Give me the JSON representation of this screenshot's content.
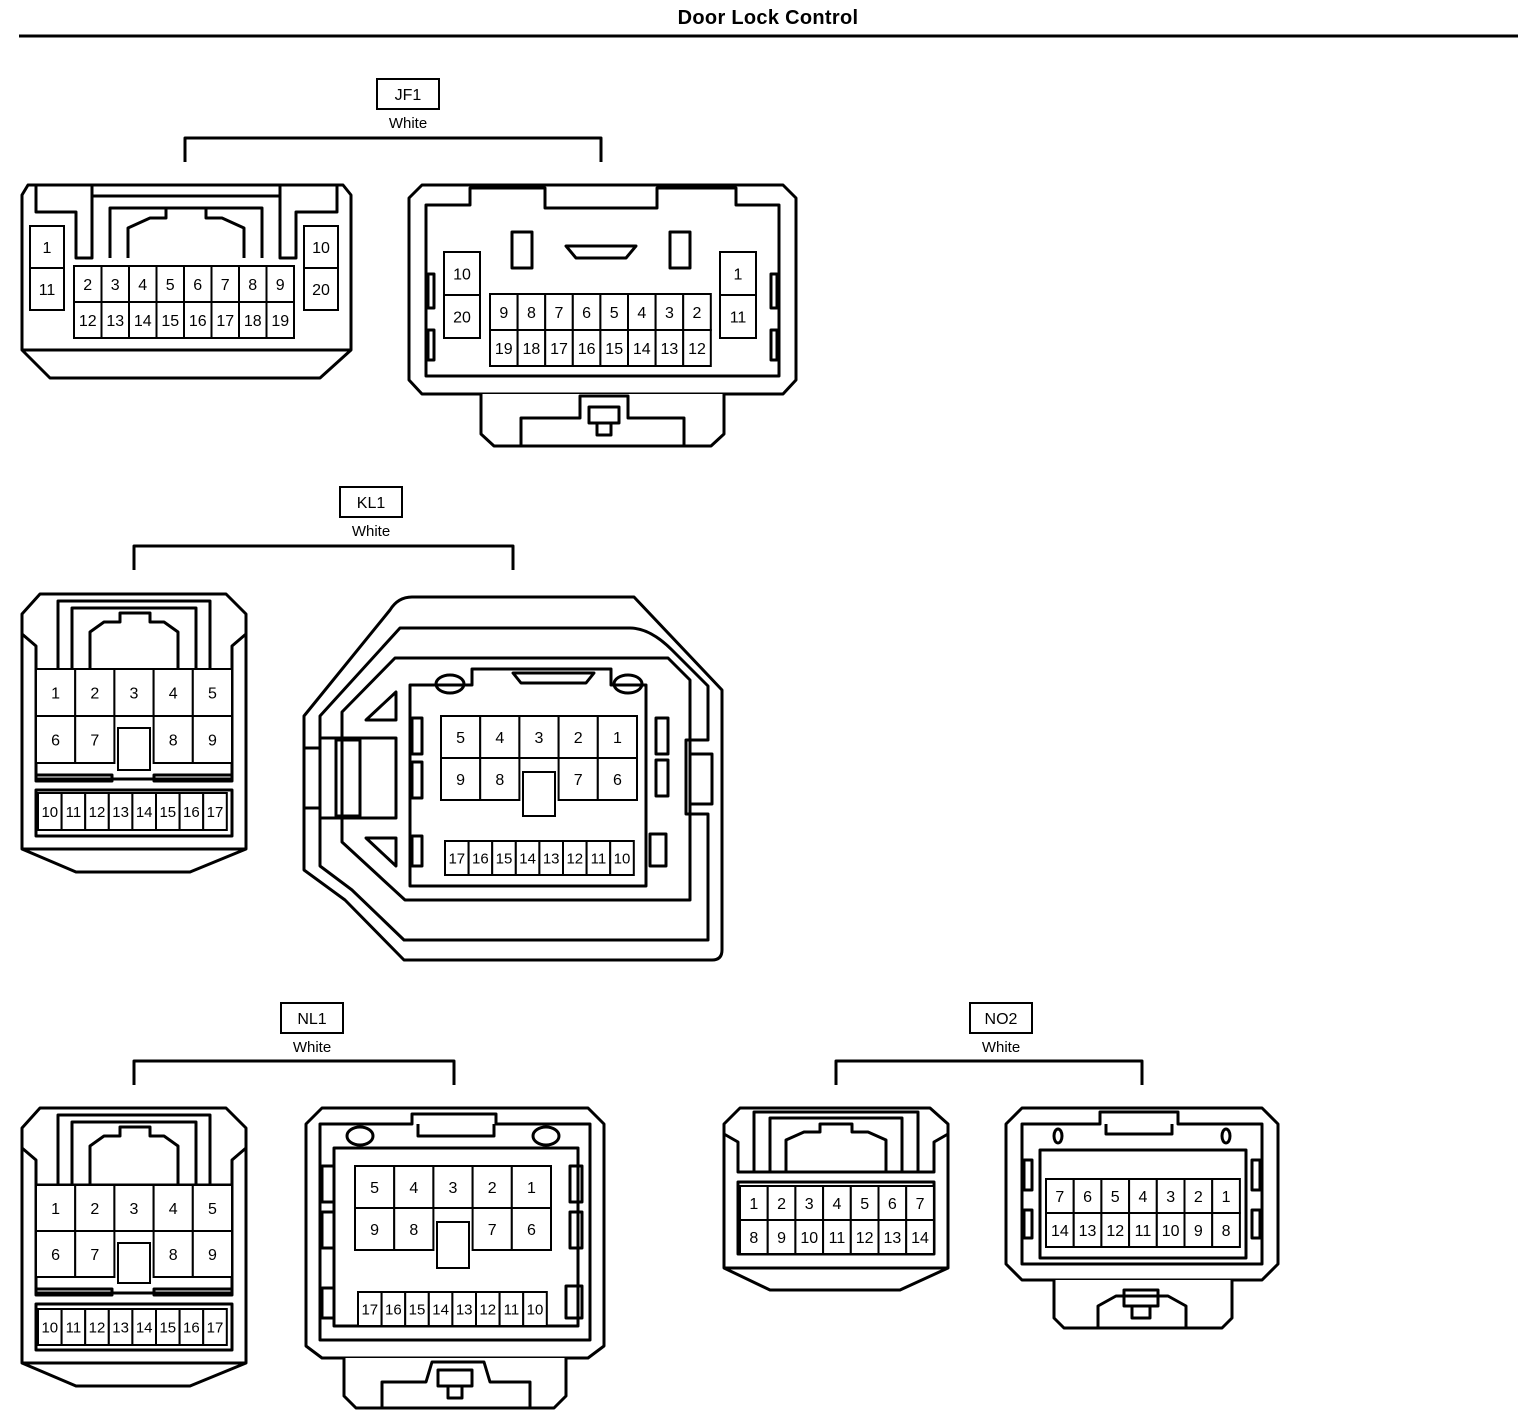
{
  "title": "Door Lock Control",
  "connectors": [
    {
      "id": "JF1",
      "color": "White",
      "views": [
        {
          "name": "jf1-male",
          "side": [
            [
              "1",
              "11"
            ],
            [
              "10",
              "20"
            ]
          ],
          "rows": [
            [
              "2",
              "3",
              "4",
              "5",
              "6",
              "7",
              "8",
              "9"
            ],
            [
              "12",
              "13",
              "14",
              "15",
              "16",
              "17",
              "18",
              "19"
            ]
          ]
        },
        {
          "name": "jf1-female",
          "side": [
            [
              "10",
              "20"
            ],
            [
              "1",
              "11"
            ]
          ],
          "rows": [
            [
              "9",
              "8",
              "7",
              "6",
              "5",
              "4",
              "3",
              "2"
            ],
            [
              "19",
              "18",
              "17",
              "16",
              "15",
              "14",
              "13",
              "12"
            ]
          ]
        }
      ]
    },
    {
      "id": "KL1",
      "color": "White",
      "views": [
        {
          "name": "kl1-male",
          "rows": [
            [
              "1",
              "2",
              "3",
              "4",
              "5"
            ],
            [
              "6",
              "7",
              "",
              "8",
              "9"
            ]
          ],
          "small": [
            "10",
            "11",
            "12",
            "13",
            "14",
            "15",
            "16",
            "17"
          ]
        },
        {
          "name": "kl1-female",
          "rows": [
            [
              "5",
              "4",
              "3",
              "2",
              "1"
            ],
            [
              "9",
              "8",
              "",
              "7",
              "6"
            ]
          ],
          "small": [
            "17",
            "16",
            "15",
            "14",
            "13",
            "12",
            "11",
            "10"
          ]
        }
      ]
    },
    {
      "id": "NL1",
      "color": "White",
      "views": [
        {
          "name": "nl1-male",
          "rows": [
            [
              "1",
              "2",
              "3",
              "4",
              "5"
            ],
            [
              "6",
              "7",
              "",
              "8",
              "9"
            ]
          ],
          "small": [
            "10",
            "11",
            "12",
            "13",
            "14",
            "15",
            "16",
            "17"
          ]
        },
        {
          "name": "nl1-female",
          "rows": [
            [
              "5",
              "4",
              "3",
              "2",
              "1"
            ],
            [
              "9",
              "8",
              "",
              "7",
              "6"
            ]
          ],
          "small": [
            "17",
            "16",
            "15",
            "14",
            "13",
            "12",
            "11",
            "10"
          ]
        }
      ]
    },
    {
      "id": "NO2",
      "color": "White",
      "views": [
        {
          "name": "no2-male",
          "rows": [
            [
              "1",
              "2",
              "3",
              "4",
              "5",
              "6",
              "7"
            ],
            [
              "8",
              "9",
              "10",
              "11",
              "12",
              "13",
              "14"
            ]
          ]
        },
        {
          "name": "no2-female",
          "rows": [
            [
              "7",
              "6",
              "5",
              "4",
              "3",
              "2",
              "1"
            ],
            [
              "14",
              "13",
              "12",
              "11",
              "10",
              "9",
              "8"
            ]
          ]
        }
      ]
    }
  ]
}
